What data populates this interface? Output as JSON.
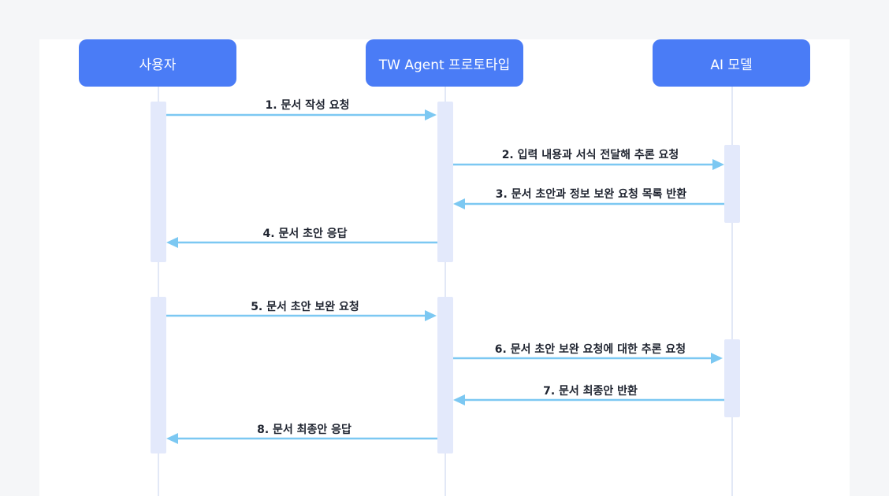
{
  "colors": {
    "actor_bg": "#4a7cf6",
    "arrow": "#7cc8f2",
    "lifeline": "#e2e8f6",
    "activation": "#e3e9fb"
  },
  "actors": {
    "user": "사용자",
    "prototype": "TW Agent 프로토타입",
    "ai_model": "AI 모델"
  },
  "messages": [
    {
      "label": "1. 문서 작성 요청",
      "from": "user",
      "to": "prototype"
    },
    {
      "label": "2. 입력 내용과 서식 전달해 추론 요청",
      "from": "prototype",
      "to": "ai_model"
    },
    {
      "label": "3. 문서 초안과 정보 보완 요청 목록 반환",
      "from": "ai_model",
      "to": "prototype"
    },
    {
      "label": "4. 문서 초안 응답",
      "from": "prototype",
      "to": "user"
    },
    {
      "label": "5. 문서 초안 보완 요청",
      "from": "user",
      "to": "prototype"
    },
    {
      "label": "6. 문서 초안 보완 요청에 대한 추론 요청",
      "from": "prototype",
      "to": "ai_model"
    },
    {
      "label": "7. 문서 최종안 반환",
      "from": "ai_model",
      "to": "prototype"
    },
    {
      "label": "8. 문서 최종안 응답",
      "from": "prototype",
      "to": "user"
    }
  ]
}
